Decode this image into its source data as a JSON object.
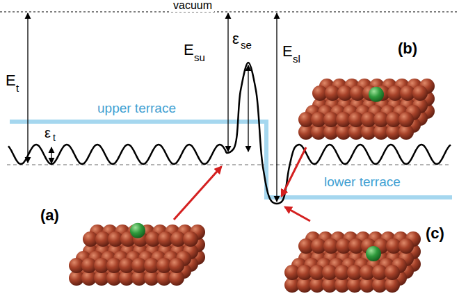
{
  "diagram": {
    "labels": [
      "vacuum",
      "E",
      "t",
      "ε",
      "t",
      "E",
      "su",
      "ε",
      "se",
      "E",
      "sl",
      "upper terrace",
      "lower terrace",
      "(a)",
      "(b)",
      "(c)"
    ]
  }
}
